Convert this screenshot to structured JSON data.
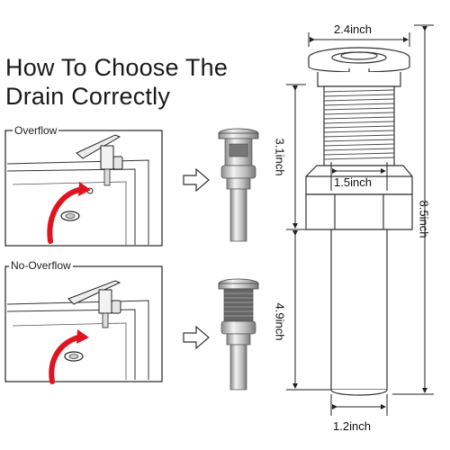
{
  "title": {
    "line1": "How To Choose The",
    "line2": "Drain Correctly"
  },
  "panels": {
    "overflow_label": "Overflow",
    "no_overflow_label": "No-Overflow"
  },
  "dimensions": {
    "top_width": "2.4inch",
    "thread_width": "1.5inch",
    "bottom_width": "1.2inch",
    "upper_height": "3.1inch",
    "lower_height": "4.9inch",
    "total_height": "8.5inch"
  },
  "colors": {
    "arrow_red": "#e0141e",
    "line": "#333333"
  }
}
